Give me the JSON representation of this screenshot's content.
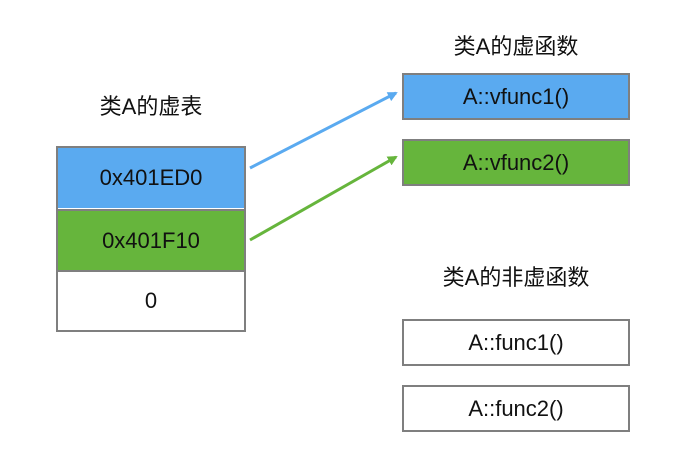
{
  "colors": {
    "blue": "#5aaaf0",
    "green": "#66b53c",
    "border": "#7f7f7f",
    "arrow_blue": "#5aaaf0",
    "arrow_green": "#66b53c"
  },
  "vtable": {
    "title": "类A的虚表",
    "entries": [
      {
        "value": "0x401ED0"
      },
      {
        "value": "0x401F10"
      },
      {
        "value": "0"
      }
    ]
  },
  "virtual_functions": {
    "title": "类A的虚函数",
    "items": [
      {
        "label": "A::vfunc1()"
      },
      {
        "label": "A::vfunc2()"
      }
    ]
  },
  "non_virtual_functions": {
    "title": "类A的非虚函数",
    "items": [
      {
        "label": "A::func1()"
      },
      {
        "label": "A::func2()"
      }
    ]
  }
}
